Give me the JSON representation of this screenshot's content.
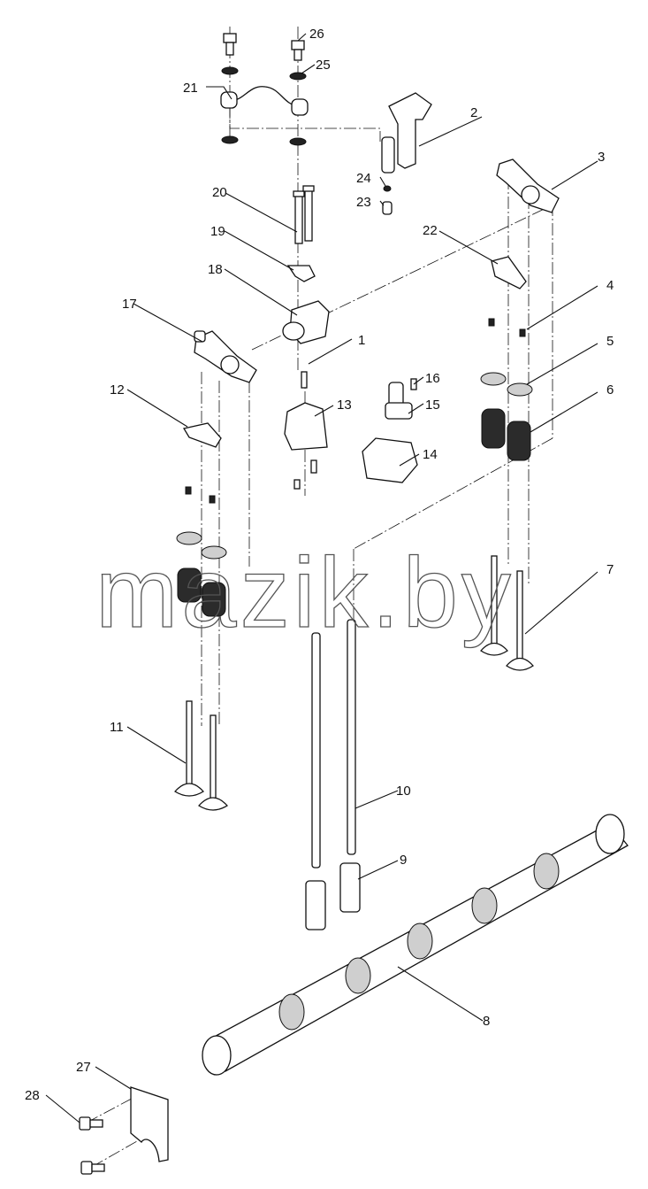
{
  "watermark": "mazik.by",
  "callouts": [
    "1",
    "2",
    "3",
    "4",
    "5",
    "6",
    "7",
    "8",
    "9",
    "10",
    "11",
    "12",
    "13",
    "14",
    "15",
    "16",
    "17",
    "18",
    "19",
    "20",
    "21",
    "22",
    "23",
    "24",
    "25",
    "26",
    "27",
    "28"
  ]
}
